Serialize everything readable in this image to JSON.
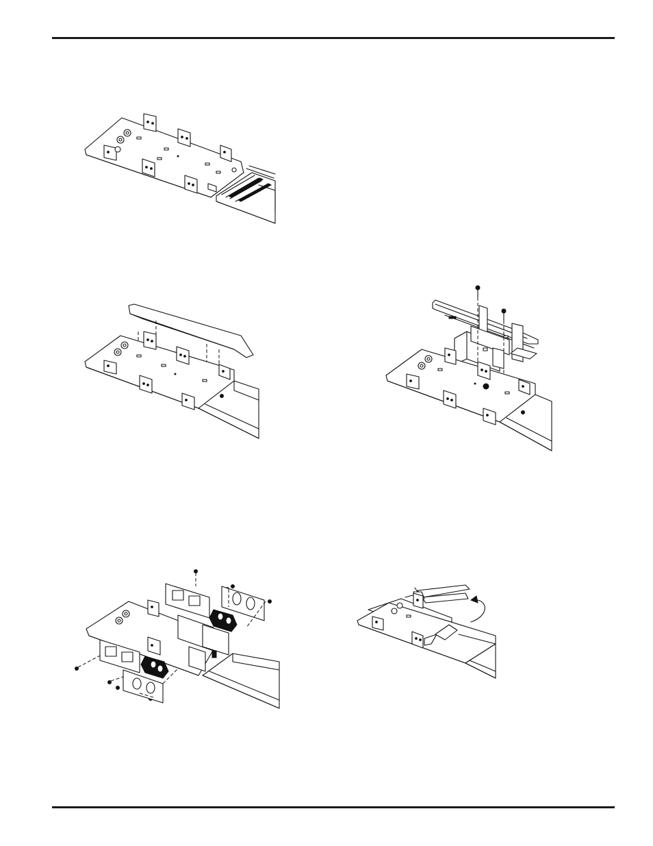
{
  "page": {
    "header_rule": true,
    "footer_rule": true
  },
  "figures": [
    {
      "id": "fig1",
      "icon": "base-plate-with-raceway-icon"
    },
    {
      "id": "fig2",
      "icon": "cover-over-base-plate-icon"
    },
    {
      "id": "fig3",
      "icon": "divider-and-bracket-install-icon"
    },
    {
      "id": "fig4",
      "icon": "receptacle-and-plate-assembly-icon"
    },
    {
      "id": "fig5",
      "icon": "pliers-bend-tab-icon"
    }
  ]
}
